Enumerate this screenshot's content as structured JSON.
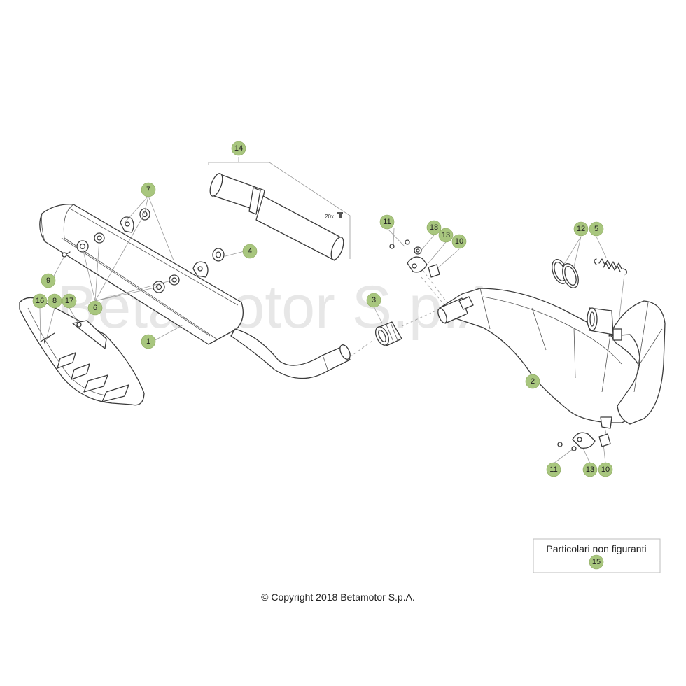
{
  "watermark": "Betamotor S.p.A",
  "copyright": "© Copyright 2018 Betamotor S.p.A.",
  "kit_quantity": "20x",
  "note": {
    "title": "Particolari non figuranti",
    "badge": "15"
  },
  "badge_color": "#a8c67e",
  "badges": [
    {
      "id": "b14",
      "label": "14"
    },
    {
      "id": "b7",
      "label": "7"
    },
    {
      "id": "b4",
      "label": "4"
    },
    {
      "id": "b9",
      "label": "9"
    },
    {
      "id": "b6",
      "label": "6"
    },
    {
      "id": "b16",
      "label": "16"
    },
    {
      "id": "b8",
      "label": "8"
    },
    {
      "id": "b17",
      "label": "17"
    },
    {
      "id": "b1",
      "label": "1"
    },
    {
      "id": "b3",
      "label": "3"
    },
    {
      "id": "b11a",
      "label": "11"
    },
    {
      "id": "b18",
      "label": "18"
    },
    {
      "id": "b13a",
      "label": "13"
    },
    {
      "id": "b10a",
      "label": "10"
    },
    {
      "id": "b12",
      "label": "12"
    },
    {
      "id": "b5",
      "label": "5"
    },
    {
      "id": "b2",
      "label": "2"
    },
    {
      "id": "b11b",
      "label": "11"
    },
    {
      "id": "b13b",
      "label": "13"
    },
    {
      "id": "b10b",
      "label": "10"
    }
  ]
}
